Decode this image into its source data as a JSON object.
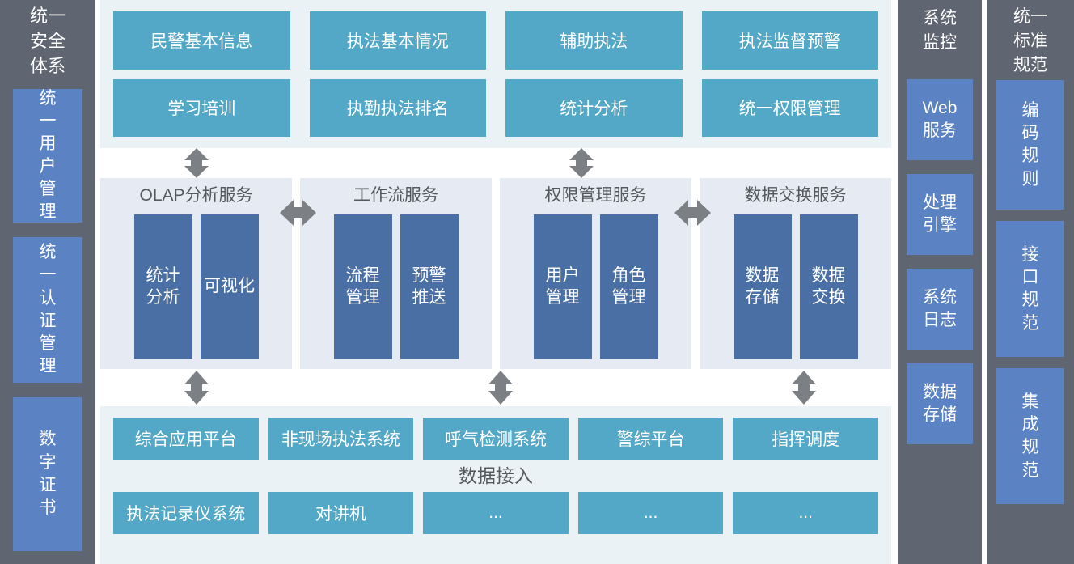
{
  "left_rail": {
    "title": "统一\n安全\n体系",
    "blocks": [
      {
        "label": "统\n一\n用\n户\n管\n理"
      },
      {
        "label": "统\n一\n认\n证\n管\n理"
      },
      {
        "label": "数\n字\n证\n书"
      }
    ]
  },
  "monitor_rail": {
    "title": "系统\n监控",
    "blocks": [
      {
        "label": "Web\n服务"
      },
      {
        "label": "处理\n引擎"
      },
      {
        "label": "系统\n日志"
      },
      {
        "label": "数据\n存储"
      }
    ]
  },
  "standard_rail": {
    "title": "统一\n标准\n规范",
    "blocks": [
      {
        "label": "编\n码\n规\n则"
      },
      {
        "label": "接\n口\n规\n范"
      },
      {
        "label": "集\n成\n规\n范"
      }
    ]
  },
  "applications": {
    "tiles": [
      {
        "label": "民警基本信息"
      },
      {
        "label": "执法基本情况"
      },
      {
        "label": "辅助执法"
      },
      {
        "label": "执法监督预警"
      },
      {
        "label": "学习培训"
      },
      {
        "label": "执勤执法排名"
      },
      {
        "label": "统计分析"
      },
      {
        "label": "统一权限管理"
      }
    ]
  },
  "services": [
    {
      "title": "OLAP分析服务",
      "items": [
        {
          "label": "统计\n分析"
        },
        {
          "label": "可视化"
        }
      ]
    },
    {
      "title": "工作流服务",
      "items": [
        {
          "label": "流程\n管理"
        },
        {
          "label": "预警\n推送"
        }
      ]
    },
    {
      "title": "权限管理服务",
      "items": [
        {
          "label": "用户\n管理"
        },
        {
          "label": "角色\n管理"
        }
      ]
    },
    {
      "title": "数据交换服务",
      "items": [
        {
          "label": "数据\n存储"
        },
        {
          "label": "数据\n交换"
        }
      ]
    }
  ],
  "data_access": {
    "caption": "数据接入",
    "row_top": [
      {
        "label": "综合应用平台"
      },
      {
        "label": "非现场执法系统"
      },
      {
        "label": "呼气检测系统"
      },
      {
        "label": "警综平台"
      },
      {
        "label": "指挥调度"
      }
    ],
    "row_bottom": [
      {
        "label": "执法记录仪系统"
      },
      {
        "label": "对讲机"
      },
      {
        "label": "..."
      },
      {
        "label": "..."
      },
      {
        "label": "..."
      }
    ]
  },
  "colors": {
    "rail_bg": "#5f6571",
    "rail_block": "#5b83c4",
    "panel_bg": "#eaf2f5",
    "service_bg": "#e6eaf3",
    "tile_teal": "#52a8c6",
    "tile_navy": "#4a6fa5",
    "arrow": "#7c8084"
  }
}
